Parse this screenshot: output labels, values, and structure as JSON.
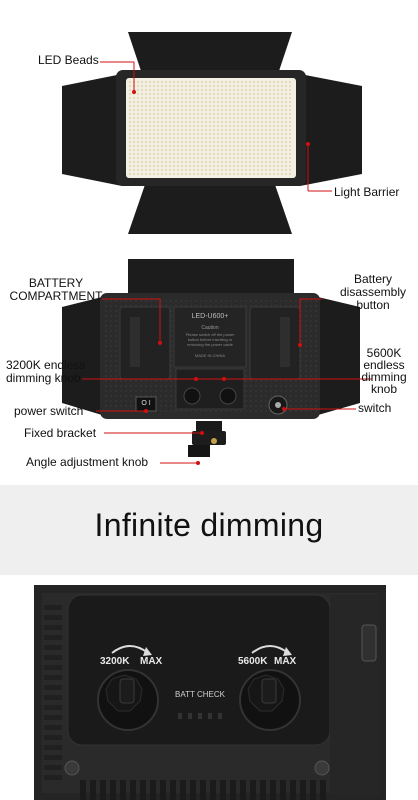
{
  "front": {
    "labels": {
      "led_beads": "LED Beads",
      "light_barrier": "Light Barrier"
    }
  },
  "back": {
    "labels": {
      "battery_compartment_1": "BATTERY",
      "battery_compartment_2": "COMPARTMENT",
      "battery_disassembly_1": "Battery",
      "battery_disassembly_2": "disassembly",
      "battery_disassembly_3": "button",
      "knob_3200_1": "3200K endless",
      "knob_3200_2": "dimming knob",
      "knob_5600_1": "5600K",
      "knob_5600_2": "endless",
      "knob_5600_3": "dimming",
      "knob_5600_4": "knob",
      "power_switch": "power switch",
      "switch": "switch",
      "fixed_bracket": "Fixed bracket",
      "angle_knob": "Angle adjustment knob"
    },
    "device_text": {
      "model": "LED-U600+",
      "caution": "Caution",
      "caution_body_1": "Please switch off the power",
      "caution_body_2": "button before inserting or",
      "caution_body_3": "removing the power cable",
      "made_in": "MADE IN CHINA",
      "switch_marks": "O I"
    }
  },
  "banner": {
    "title": "Infinite dimming"
  },
  "closeup": {
    "knob_left_label": "3200K",
    "knob_left_max": "MAX",
    "knob_right_label": "5600K",
    "knob_right_max": "MAX",
    "batt_check": "BATT CHECK"
  },
  "colors": {
    "leader_line": "#d01010",
    "barn_door": "#1c1c1c",
    "panel_body": "#262626",
    "led_face": "#f2efe3"
  }
}
